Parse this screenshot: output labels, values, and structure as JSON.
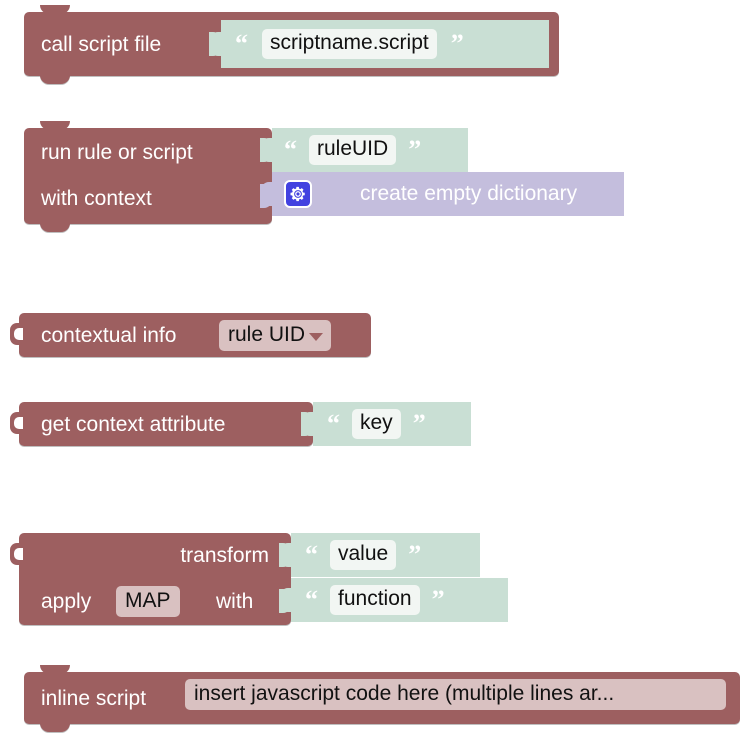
{
  "theme": {
    "block_color": "#9d5f60",
    "value_string_color": "#c9dfd4",
    "value_dict_color": "#c4bedd",
    "field_light_color": "#f2f6f3",
    "field_pink_color": "#d9c1c1",
    "mutator_icon_color": "#4242e0",
    "label_text_color": "#ffffff",
    "field_text_color": "#111111",
    "canvas_background": "#ffffff"
  },
  "glyphs": {
    "open_quote": "“",
    "close_quote": "”"
  },
  "blocks": [
    {
      "id": "call-script-file",
      "kind": "statement",
      "labels": [
        "call script file"
      ],
      "inputs": [
        {
          "type": "string",
          "value": "scriptname.script"
        }
      ]
    },
    {
      "id": "run-rule-or-script",
      "kind": "statement",
      "labels": [
        "run rule or script",
        "with context"
      ],
      "inputs": [
        {
          "type": "string",
          "value": "ruleUID"
        },
        {
          "type": "dictionary",
          "value": "create empty dictionary",
          "icon": "gear-icon"
        }
      ]
    },
    {
      "id": "contextual-info",
      "kind": "value",
      "labels": [
        "contextual info"
      ],
      "dropdown": {
        "value": "rule UID"
      }
    },
    {
      "id": "get-context-attribute",
      "kind": "value",
      "labels": [
        "get context attribute"
      ],
      "inputs": [
        {
          "type": "string",
          "value": "key"
        }
      ]
    },
    {
      "id": "transform",
      "kind": "value",
      "labels": [
        "transform",
        "apply",
        "with"
      ],
      "field": {
        "value": "MAP"
      },
      "inputs": [
        {
          "type": "string",
          "value": "value"
        },
        {
          "type": "string",
          "value": "function"
        }
      ]
    },
    {
      "id": "inline-script",
      "kind": "statement",
      "labels": [
        "inline script"
      ],
      "field": {
        "value": "insert javascript code here (multiple lines ar..."
      }
    }
  ]
}
